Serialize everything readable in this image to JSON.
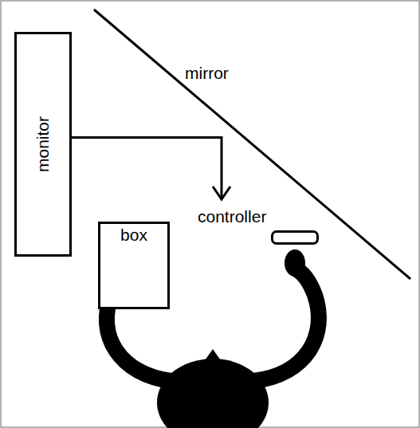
{
  "diagram": {
    "nodes": [
      {
        "text": [
          "monitor"
        ]
      },
      {
        "text": [
          "controller"
        ]
      },
      {
        "text": [
          "box"
        ]
      }
    ],
    "edges": [
      {
        "from": 0,
        "to": 1,
        "arrow": "to"
      }
    ],
    "labels": [
      "mirror"
    ]
  }
}
